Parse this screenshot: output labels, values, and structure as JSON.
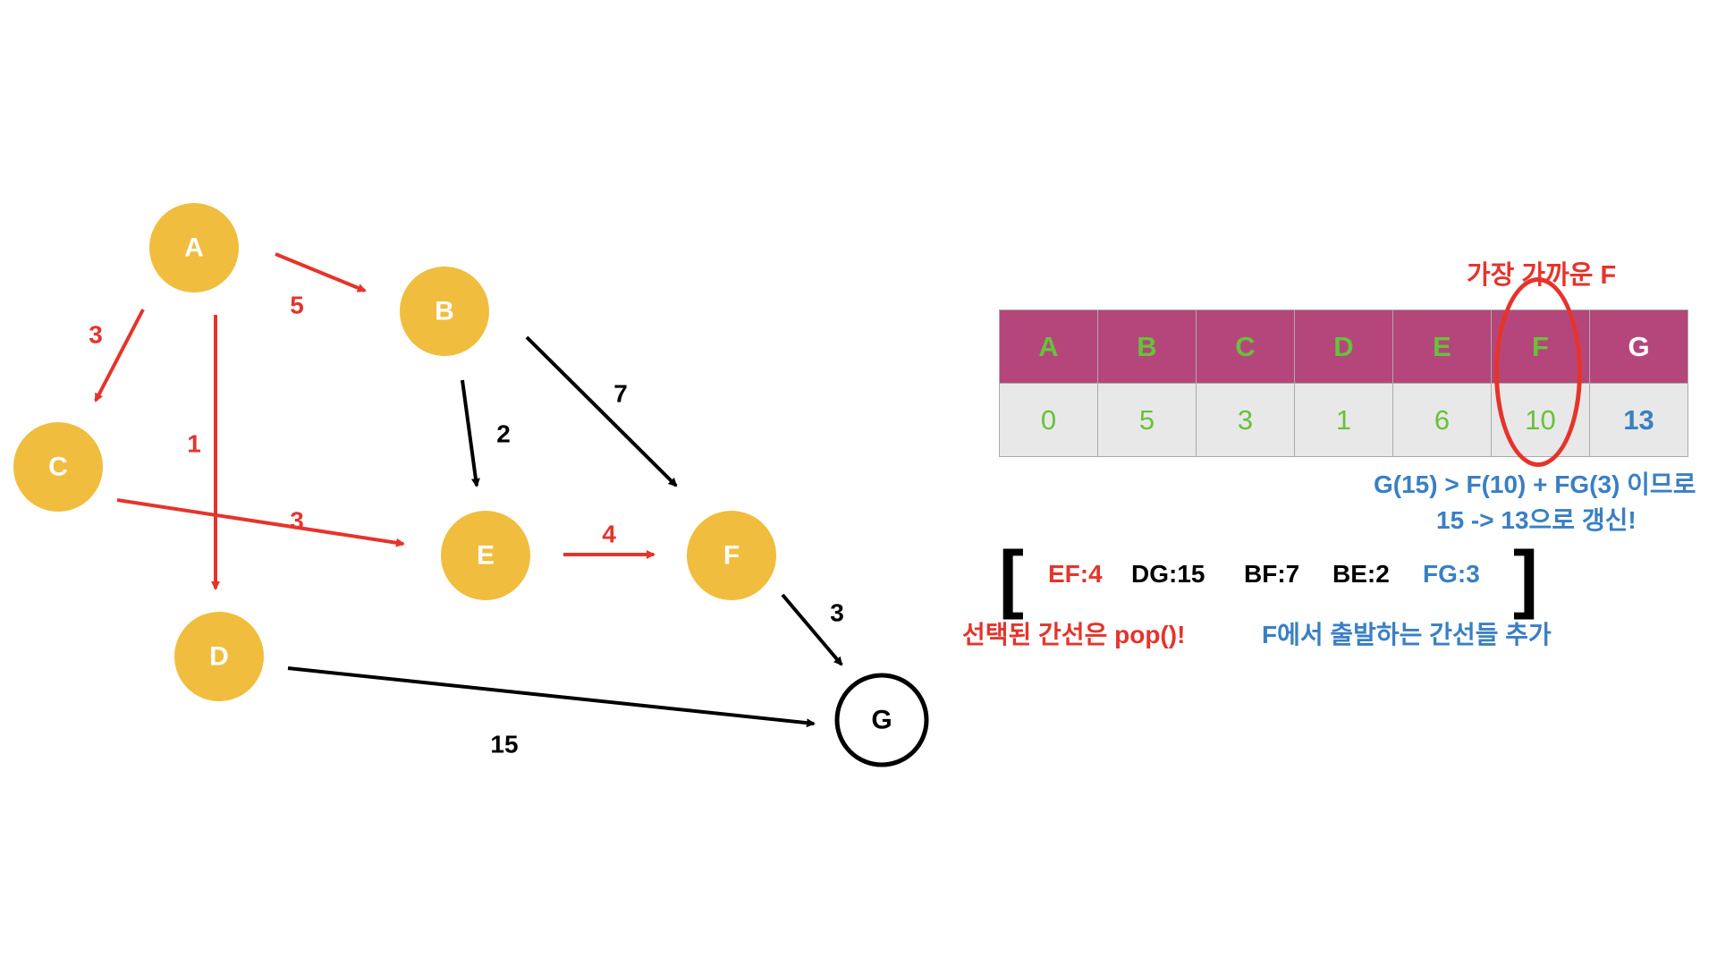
{
  "colors": {
    "node": "#f0bd3e",
    "red": "#e5342c",
    "black": "#000000",
    "blue": "#3a7fc4",
    "green": "#67c23a",
    "header_bg": "#b5467b",
    "cell_bg": "#e8e8e8"
  },
  "nodes": [
    {
      "id": "A",
      "label": "A",
      "visited": true
    },
    {
      "id": "B",
      "label": "B",
      "visited": true
    },
    {
      "id": "C",
      "label": "C",
      "visited": true
    },
    {
      "id": "D",
      "label": "D",
      "visited": true
    },
    {
      "id": "E",
      "label": "E",
      "visited": true
    },
    {
      "id": "F",
      "label": "F",
      "visited": true
    },
    {
      "id": "G",
      "label": "G",
      "visited": false
    }
  ],
  "edges": [
    {
      "from": "A",
      "to": "B",
      "weight": "5",
      "color": "red"
    },
    {
      "from": "A",
      "to": "C",
      "weight": "3",
      "color": "red"
    },
    {
      "from": "A",
      "to": "D",
      "weight": "1",
      "color": "red"
    },
    {
      "from": "B",
      "to": "E",
      "weight": "2",
      "color": "black"
    },
    {
      "from": "B",
      "to": "F",
      "weight": "7",
      "color": "black"
    },
    {
      "from": "C",
      "to": "E",
      "weight": "3",
      "color": "red"
    },
    {
      "from": "E",
      "to": "F",
      "weight": "4",
      "color": "red"
    },
    {
      "from": "F",
      "to": "G",
      "weight": "3",
      "color": "black"
    },
    {
      "from": "D",
      "to": "G",
      "weight": "15",
      "color": "black"
    }
  ],
  "table": {
    "headers": [
      "A",
      "B",
      "C",
      "D",
      "E",
      "F",
      "G"
    ],
    "header_colors": [
      "green",
      "green",
      "green",
      "green",
      "green",
      "green",
      "white"
    ],
    "values": [
      "0",
      "5",
      "3",
      "1",
      "6",
      "10",
      "13"
    ],
    "value_colors": [
      "green",
      "green",
      "green",
      "green",
      "green",
      "green",
      "blue"
    ],
    "value_bold": [
      false,
      false,
      false,
      false,
      false,
      false,
      true
    ]
  },
  "closest_label": "가장 가까운 F",
  "update_note": {
    "line1": "G(15) > F(10) + FG(3) 이므로",
    "line2": "15 -> 13으로 갱신!"
  },
  "queue": {
    "open_bracket": "[",
    "close_bracket": "]",
    "items": [
      {
        "label": "EF:4",
        "color": "red"
      },
      {
        "label": "DG:15",
        "color": "black"
      },
      {
        "label": "BF:7",
        "color": "black"
      },
      {
        "label": "BE:2",
        "color": "black"
      },
      {
        "label": "FG:3",
        "color": "blue"
      }
    ],
    "pop_note": "선택된 간선은 pop()!",
    "add_note": "F에서 출발하는 간선들 추가"
  }
}
